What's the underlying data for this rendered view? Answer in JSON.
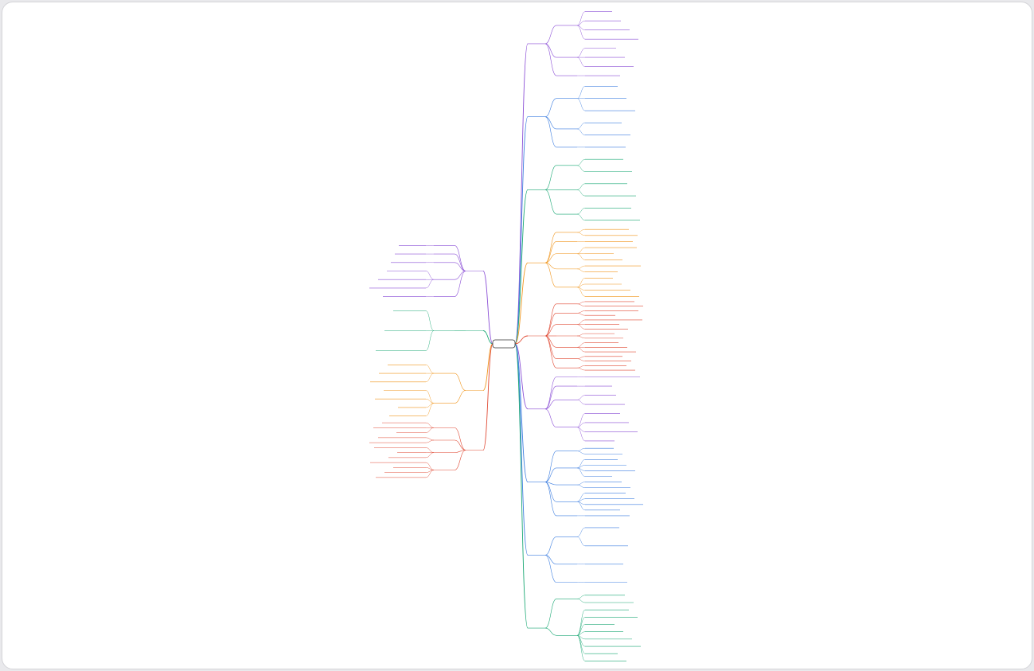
{
  "canvas": {
    "background": "#ffffff"
  },
  "root": {
    "label": ""
  },
  "palette": {
    "purple": "#8b4fd6",
    "blue": "#3f7fe0",
    "green": "#1aa874",
    "orange": "#f0961e",
    "red": "#e04a34"
  },
  "branches_right": [
    {
      "label": "",
      "color": "purple",
      "groups": [
        4,
        3,
        1
      ]
    },
    {
      "label": "",
      "color": "blue",
      "groups": [
        3,
        2,
        1
      ]
    },
    {
      "label": "",
      "color": "green",
      "groups": [
        2,
        2,
        2
      ]
    },
    {
      "label": "",
      "color": "orange",
      "groups": [
        2,
        1,
        3,
        2,
        4
      ]
    },
    {
      "label": "",
      "color": "red",
      "groups": [
        2,
        2,
        3,
        2,
        3,
        2,
        2
      ]
    },
    {
      "label": "",
      "color": "purple",
      "groups": [
        1,
        1,
        2,
        4
      ]
    },
    {
      "label": "",
      "color": "blue",
      "groups": [
        2,
        4,
        2,
        4,
        1
      ]
    },
    {
      "label": "",
      "color": "blue",
      "groups": [
        2,
        1,
        1
      ]
    },
    {
      "label": "",
      "color": "green",
      "groups": [
        2,
        8
      ]
    }
  ],
  "branches_left": [
    {
      "label": "",
      "color": "purple",
      "groups": [
        1,
        1,
        1,
        3,
        1
      ]
    },
    {
      "label": "",
      "color": "green",
      "groups": [
        3
      ]
    },
    {
      "label": "",
      "color": "orange",
      "groups": [
        3,
        4
      ]
    },
    {
      "label": "",
      "color": "red",
      "groups": [
        3,
        2,
        3,
        4
      ]
    }
  ]
}
